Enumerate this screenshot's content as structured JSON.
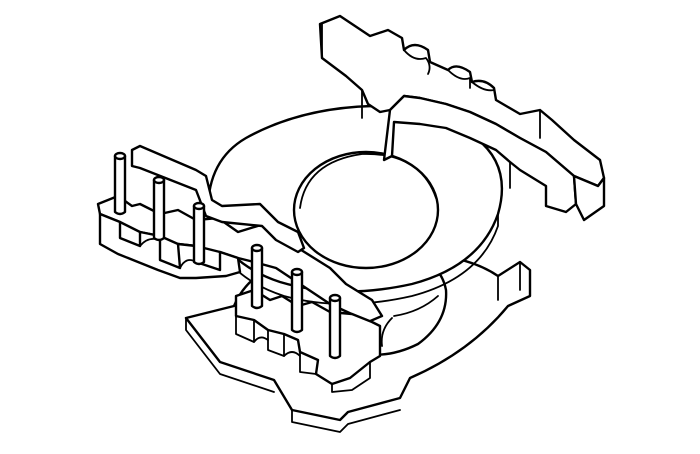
{
  "figure": {
    "subject": "line drawing",
    "background_color": "#ffffff",
    "line_color": "#000000",
    "pins": {
      "left_row_count": 3,
      "front_row_count": 3,
      "total_count": 6
    },
    "rear_rail_slot_count": 3
  }
}
